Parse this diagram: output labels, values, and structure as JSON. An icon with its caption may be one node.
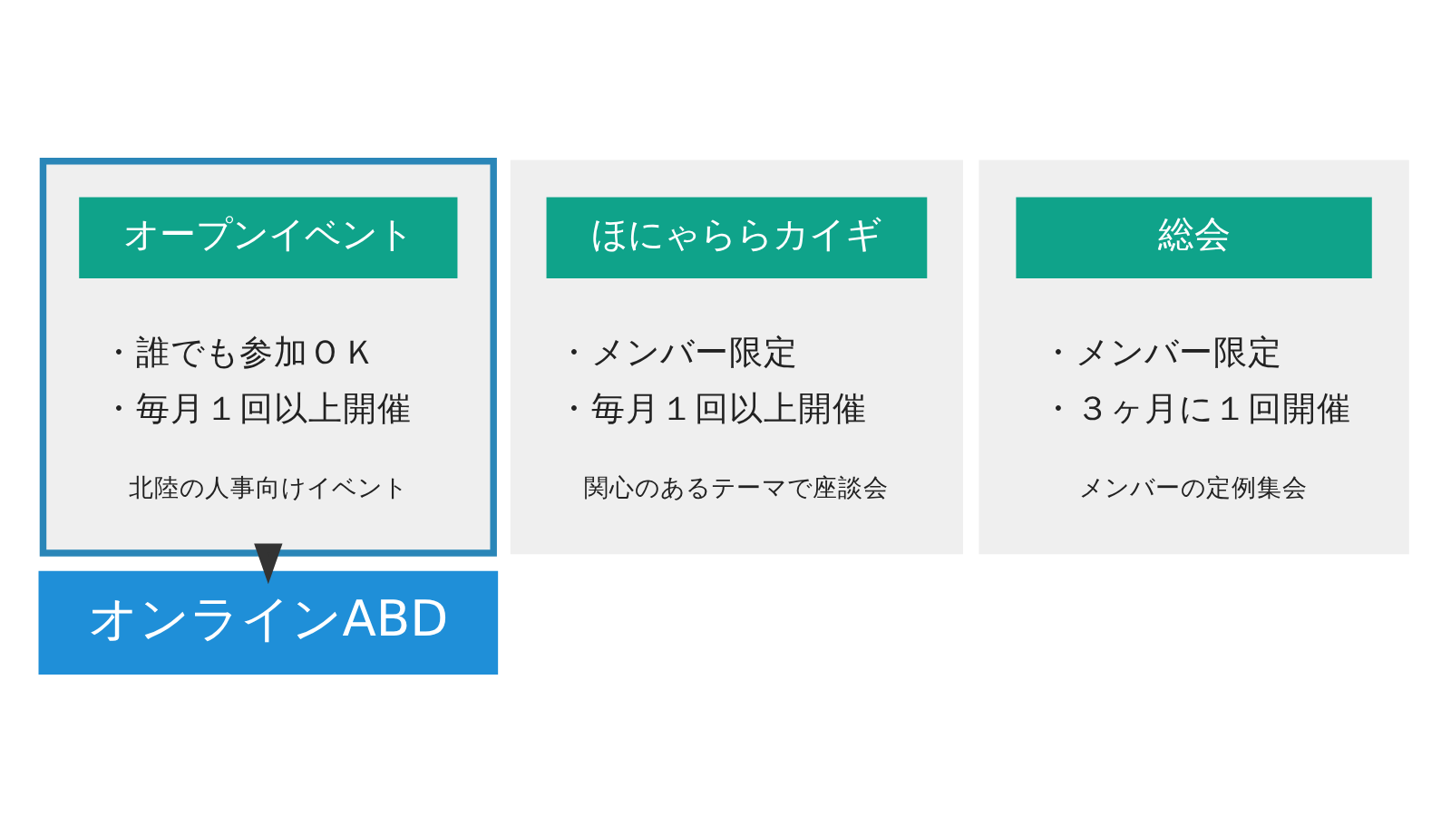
{
  "diagram": {
    "nodes": [
      {
        "text": [
          "・誰でも参加ＯＫ",
          "・毎月１回以上開催",
          "北陸の人事向けイベント"
        ]
      },
      {
        "text": [
          "オープンイベント"
        ],
        "in": 0
      },
      {
        "text": [
          "・メンバー限定",
          "・毎月１回以上開催",
          "関心のあるテーマで座談会"
        ]
      },
      {
        "text": [
          "ほにゃららカイギ"
        ],
        "in": 2
      },
      {
        "text": [
          "・メンバー限定",
          "・３ヶ月に１回開催",
          "メンバーの定例集会"
        ]
      },
      {
        "text": [
          "総会"
        ],
        "in": 4
      },
      {
        "text": [
          "オンラインABD"
        ]
      }
    ],
    "edges": [
      {
        "from": 0,
        "to": 6,
        "arrow": "to",
        "style": "thick",
        "color": "#333333"
      }
    ]
  }
}
